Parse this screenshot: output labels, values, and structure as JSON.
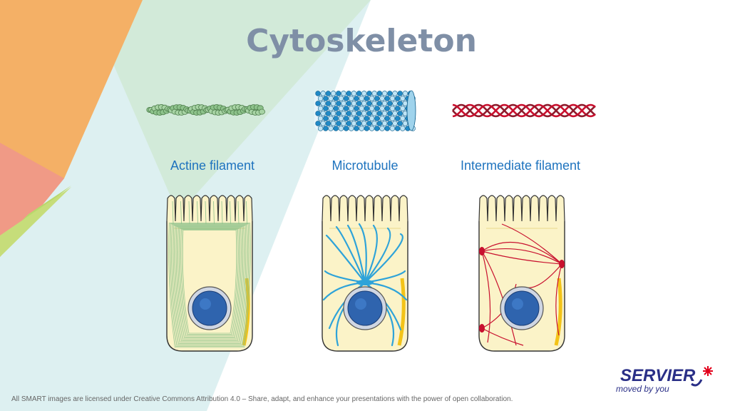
{
  "title": "Cytoskeleton",
  "labels": {
    "actin": "Actine filament",
    "microtubule": "Microtubule",
    "intermediate": "Intermediate filament"
  },
  "footer": "All SMART images are licensed under Creative Commons Attribution 4.0 – Share, adapt, and enhance your presentations with the power of open collaboration.",
  "logo": {
    "brand": "SERVIER",
    "tagline": "moved by you"
  },
  "colors": {
    "title": "#7f8fa6",
    "label": "#1e73be",
    "actin": "#8dc28b",
    "microtubule": "#2ea3d9",
    "intermediate": "#c8102e",
    "brand": "#2a2f87"
  }
}
